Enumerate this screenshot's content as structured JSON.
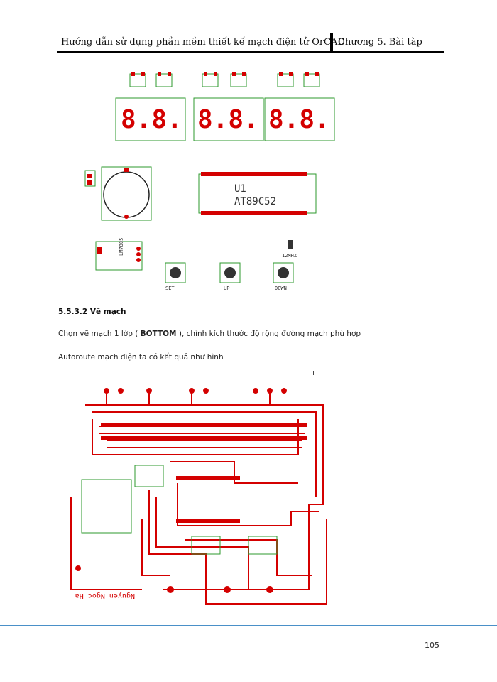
{
  "header": {
    "left_title": "Hướng dẫn sử dụng phần mềm thiết kế mạch điện tử OrCAD",
    "right_title": "Chương 5. Bài tàp"
  },
  "section": {
    "heading": "5.5.3.2 Vẽ mạch",
    "para1_prefix": "Chọn vẽ mạch 1 lớp ( ",
    "para1_bold": "BOTTOM",
    "para1_suffix": " ), chỉnh kích thước độ rộng đường mạch phù hợp",
    "para2": "Autoroute mạch điện ta có kết quả như hình"
  },
  "figure1": {
    "ic_label": "U1",
    "ic_part": "AT89C52",
    "regulator_label": "LM7805",
    "button_labels": [
      "SET",
      "UP",
      "DOWN"
    ],
    "crystal_label": "12MHZ"
  },
  "figure2": {
    "silkscreen_text": "Nguyen Ngoc Ha"
  },
  "footer": {
    "page_number": "105"
  }
}
